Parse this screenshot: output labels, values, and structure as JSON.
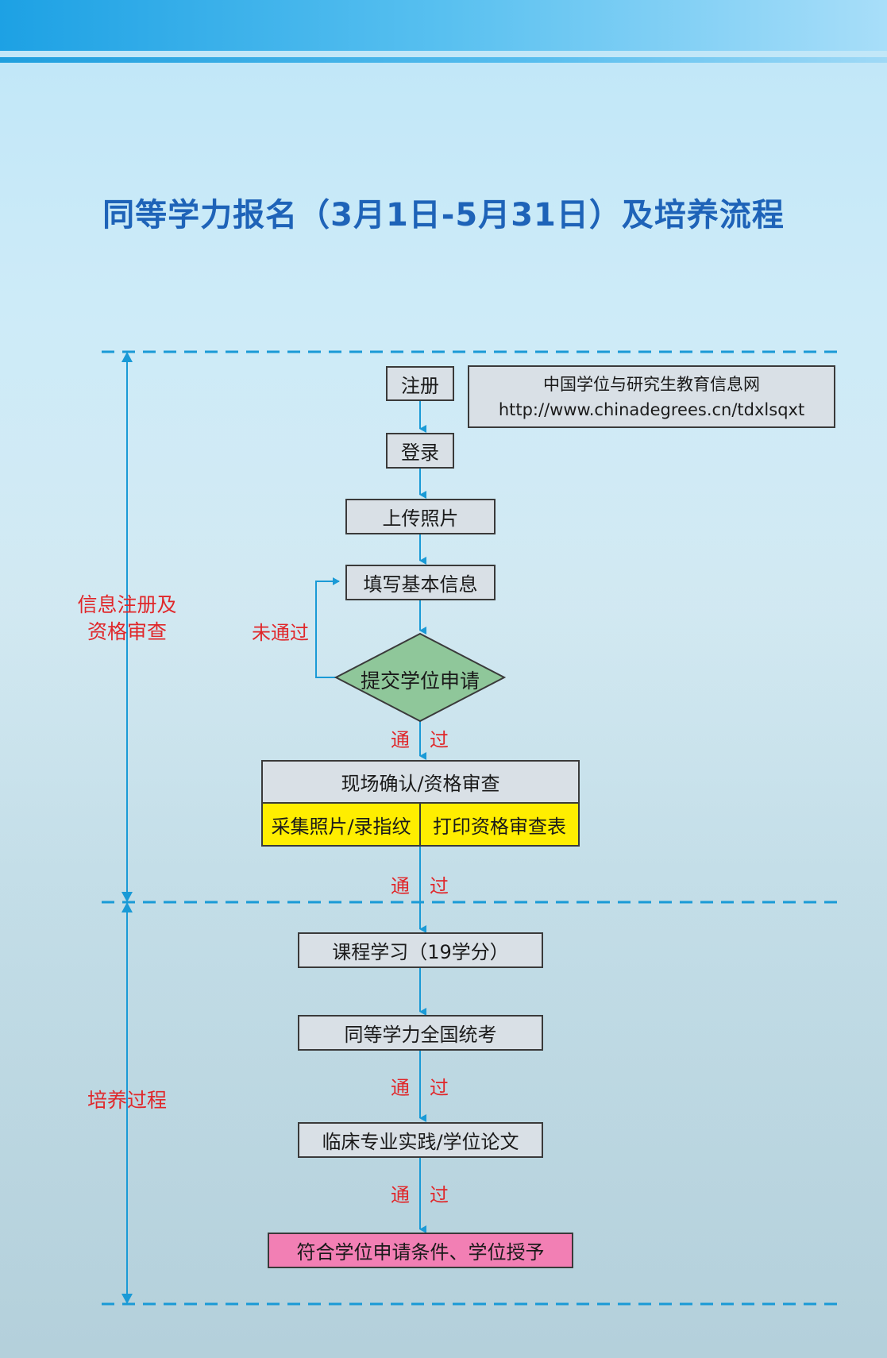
{
  "title": "同等学力报名（3月1日-5月31日）及培养流程",
  "steps": {
    "register": "注册",
    "login": "登录",
    "upload_photo": "上传照片",
    "fill_info": "填写基本信息",
    "submit": "提交学位申请",
    "onsite_confirm": "现场确认/资格审查",
    "collect_photo": "采集照片/录指纹",
    "print_form": "打印资格审查表",
    "course_study": "课程学习（19学分）",
    "national_exam": "同等学力全国统考",
    "practice_thesis": "临床专业实践/学位论文",
    "degree_grant": "符合学位申请条件、学位授予"
  },
  "website": {
    "name": "中国学位与研究生教育信息网",
    "url": "http://www.chinadegrees.cn/tdxlsqxt"
  },
  "labels": {
    "not_passed": "未通过",
    "pass_1": "通",
    "pass_2": "过"
  },
  "phases": {
    "phase1_line1": "信息注册及",
    "phase1_line2": "资格审查",
    "phase2": "培养过程"
  },
  "colors": {
    "title": "#1e63b8",
    "accent_blue": "#1a9ad6",
    "label_red": "#e0272a",
    "box_gray": "#d9e0e6",
    "diamond_green": "#8fc79a",
    "highlight_yellow": "#ffee00",
    "final_pink": "#f27fb4"
  }
}
